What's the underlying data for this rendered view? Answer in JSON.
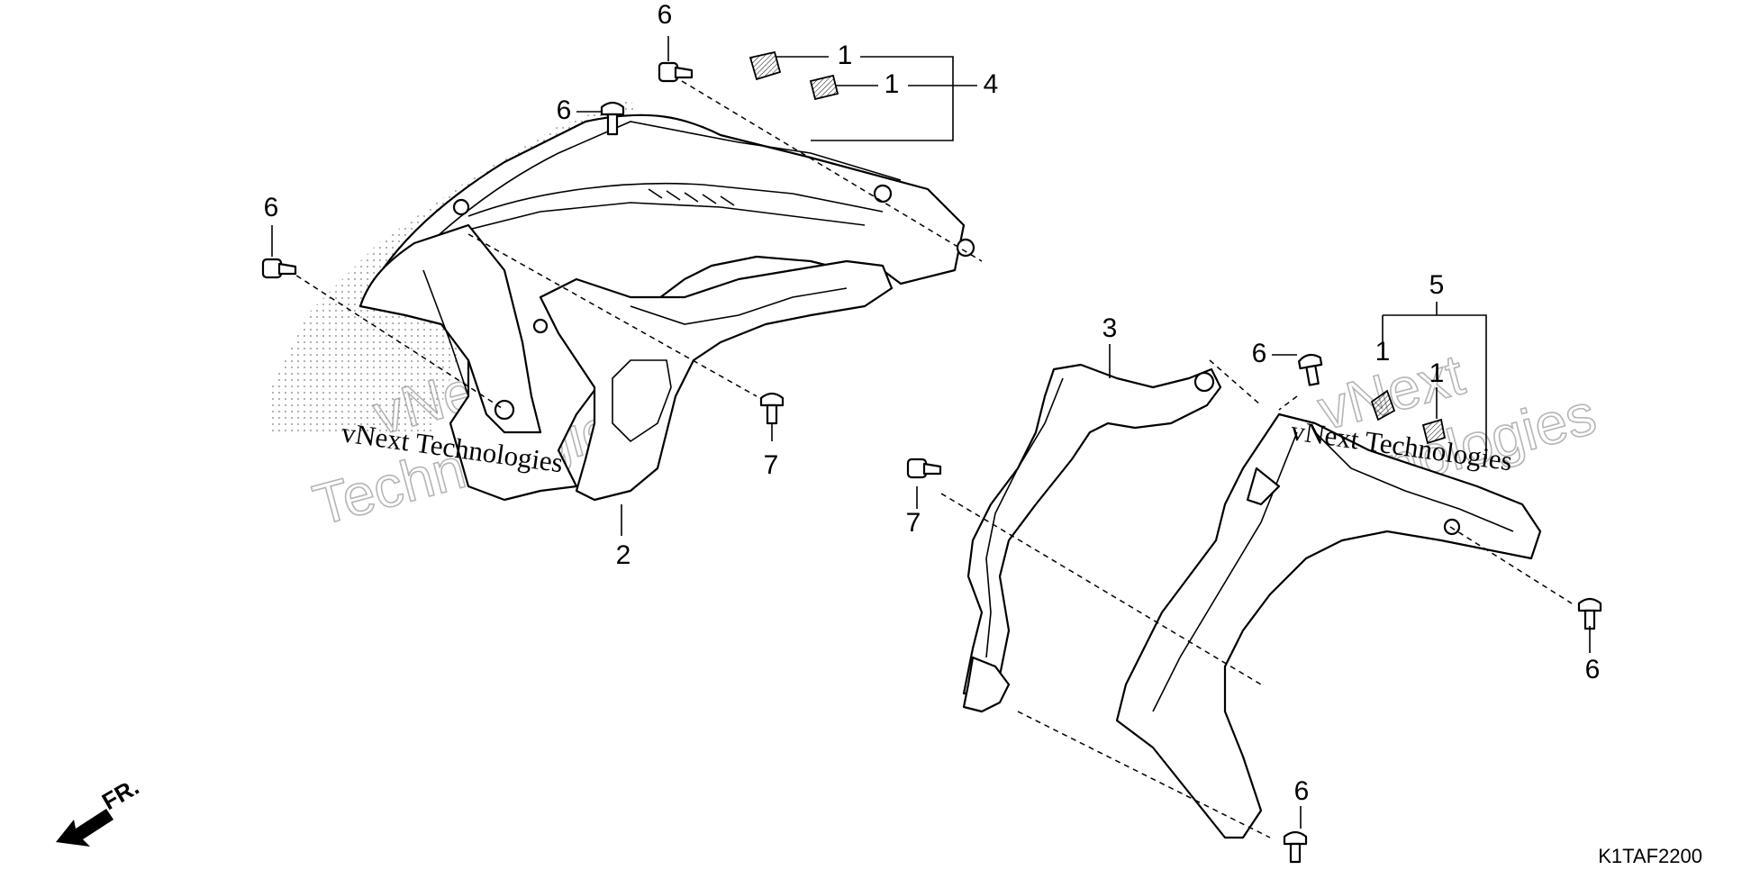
{
  "callouts": {
    "c1": "6",
    "c2": "1",
    "c3": "1",
    "c4": "4",
    "c5": "6",
    "c6": "6",
    "c7": "7",
    "c8": "2",
    "c9": "3",
    "c10": "6",
    "c11": "5",
    "c12": "1",
    "c13": "1",
    "c14": "7",
    "c15": "6",
    "c16": "6"
  },
  "watermarks": {
    "text_left": "vNext Technologies",
    "text_right": "vNext Technologies",
    "outline_left_1": "vNext",
    "outline_left_2": "Technologies",
    "outline_right_1": "vNext",
    "outline_right_2": "Technologies"
  },
  "diagram_code": "K1TAF2200",
  "front_arrow_label": "FR."
}
